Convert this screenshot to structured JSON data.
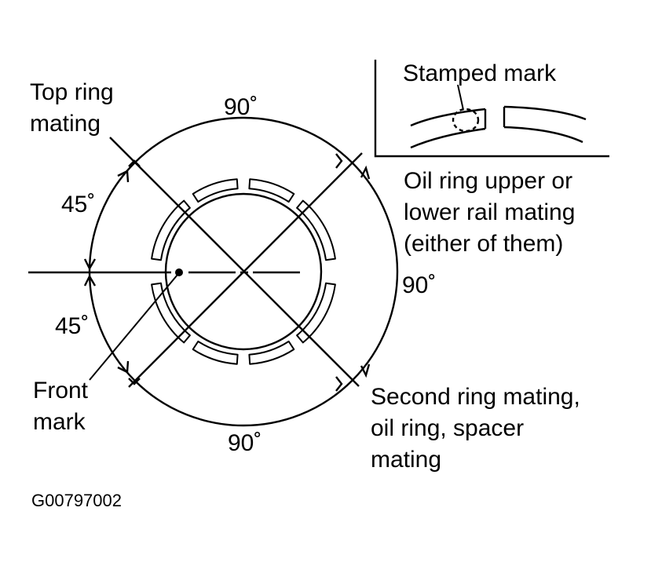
{
  "labels": {
    "top_ring_line1": "Top ring",
    "top_ring_line2": "mating",
    "stamped_mark": "Stamped mark",
    "oil_rail_line1": "Oil ring upper or",
    "oil_rail_line2": "lower rail mating",
    "oil_rail_line3": "(either of them)",
    "front_mark_line1": "Front",
    "front_mark_line2": "mark",
    "second_ring_line1": "Second ring mating,",
    "second_ring_line2": "oil ring, spacer",
    "second_ring_line3": "mating",
    "figure_code": "G00797002"
  },
  "angles": {
    "top": "90˚",
    "right": "90˚",
    "bottom": "90˚",
    "left_upper": "45˚",
    "left_lower": "45˚"
  },
  "colors": {
    "ink": "#000000",
    "paper": "#ffffff"
  }
}
